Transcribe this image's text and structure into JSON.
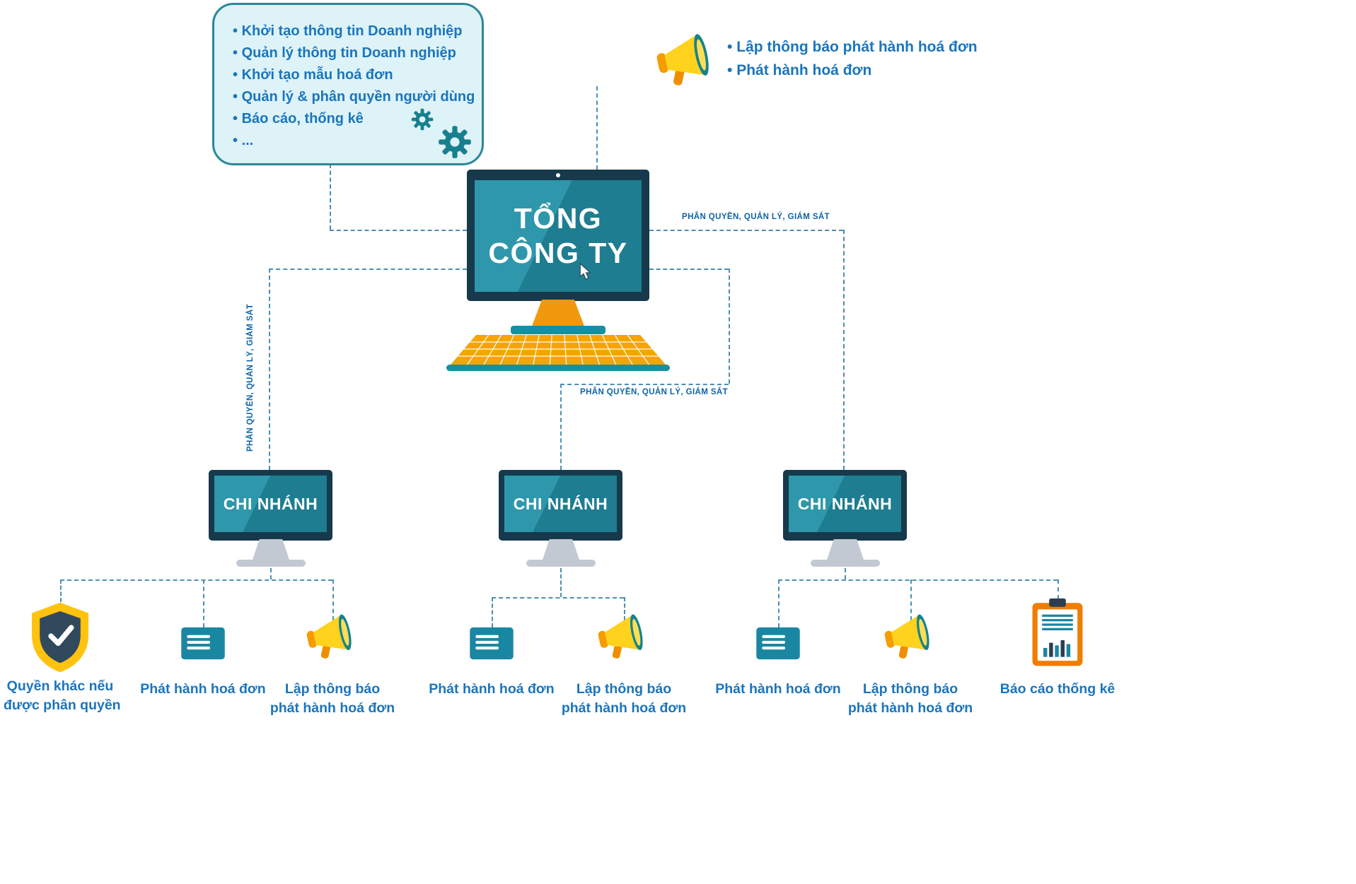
{
  "palette": {
    "screen_teal_dark": "#1e7d90",
    "screen_teal_light": "#2e97ab",
    "frame_navy": "#16394c",
    "orange": "#f6a400",
    "yellow": "#ffd21e",
    "text_blue": "#1b75bc",
    "edge_label_blue": "#0e63a5",
    "connector_blue": "#4b8fb3",
    "callout_bg": "#ddf3f8",
    "callout_border": "#2b8799",
    "stand_gray": "#c3c9d3",
    "gold": "#ffc20e"
  },
  "hq": {
    "title_line1": "TỔNG",
    "title_line2": "CÔNG TY"
  },
  "callout": {
    "items": [
      "Khởi tạo thông tin Doanh nghiệp",
      "Quản lý thông tin Doanh nghiệp",
      "Khởi tạo mẫu hoá đơn",
      "Quản lý & phân quyền người dùng",
      "Báo cáo, thống kê",
      "..."
    ]
  },
  "hq_announce": {
    "items": [
      "Lập thông báo phát hành hoá đơn",
      "Phát hành hoá đơn"
    ]
  },
  "edge_label": "PHÂN QUYỀN, QUẢN LÝ, GIÁM SÁT",
  "branches": [
    {
      "label": "CHI NHÁNH"
    },
    {
      "label": "CHI NHÁNH"
    },
    {
      "label": "CHI NHÁNH"
    }
  ],
  "leaf_labels": {
    "other_rights_l1": "Quyền khác nếu",
    "other_rights_l2": "được phân quyền",
    "issue_invoice": "Phát hành hoá đơn",
    "create_announcement_l1": "Lập thông báo",
    "create_announcement_l2": "phát hành hoá đơn",
    "report": "Báo cáo thống kê"
  }
}
